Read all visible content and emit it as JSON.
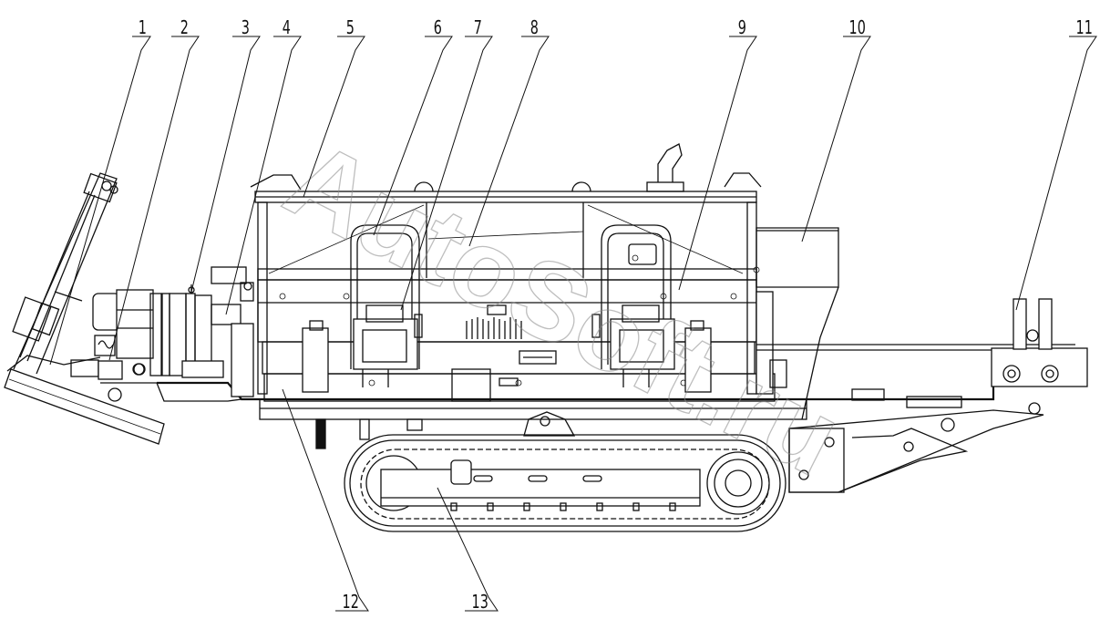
{
  "watermark": "AutoSoft.ru",
  "callouts": [
    {
      "label": "1"
    },
    {
      "label": "2"
    },
    {
      "label": "3"
    },
    {
      "label": "4"
    },
    {
      "label": "5"
    },
    {
      "label": "6"
    },
    {
      "label": "7"
    },
    {
      "label": "8"
    },
    {
      "label": "9"
    },
    {
      "label": "10"
    },
    {
      "label": "11"
    },
    {
      "label": "12"
    },
    {
      "label": "13"
    }
  ]
}
